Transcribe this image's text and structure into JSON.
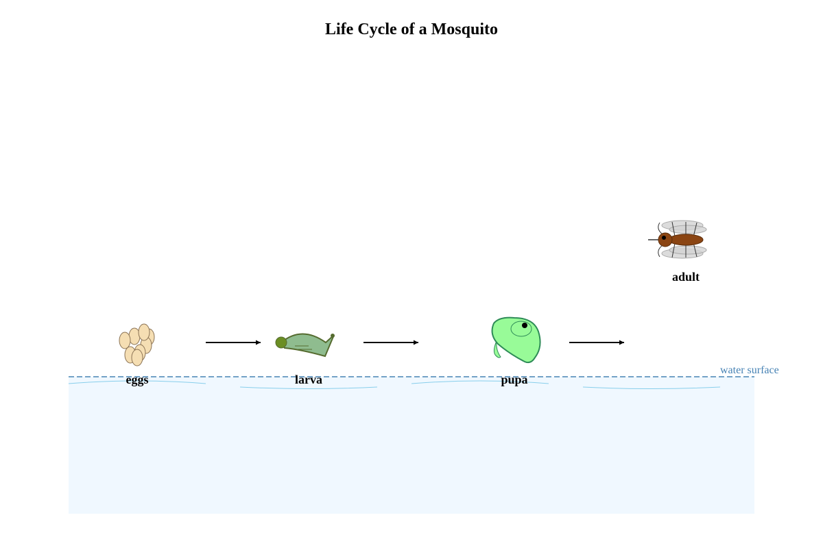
{
  "title": "Life Cycle of a Mosquito",
  "water": {
    "label": "water surface",
    "fill_color": "#f0f8ff",
    "line_color": "#4682b4",
    "ripple_color": "#87ceeb"
  },
  "stages": {
    "eggs": {
      "label": "eggs",
      "fill": "#f5deb3",
      "stroke": "#8b7355"
    },
    "larva": {
      "label": "larva",
      "body_fill": "#8fbc8f",
      "head_fill": "#6b8e23",
      "stroke": "#556b2f"
    },
    "pupa": {
      "label": "pupa",
      "fill": "#98fb98",
      "stroke": "#2e8b57"
    },
    "adult": {
      "label": "adult",
      "body_fill": "#8b4513",
      "wing_fill": "#d3d3d3",
      "stroke": "#333333"
    }
  },
  "arrow_color": "#000000"
}
